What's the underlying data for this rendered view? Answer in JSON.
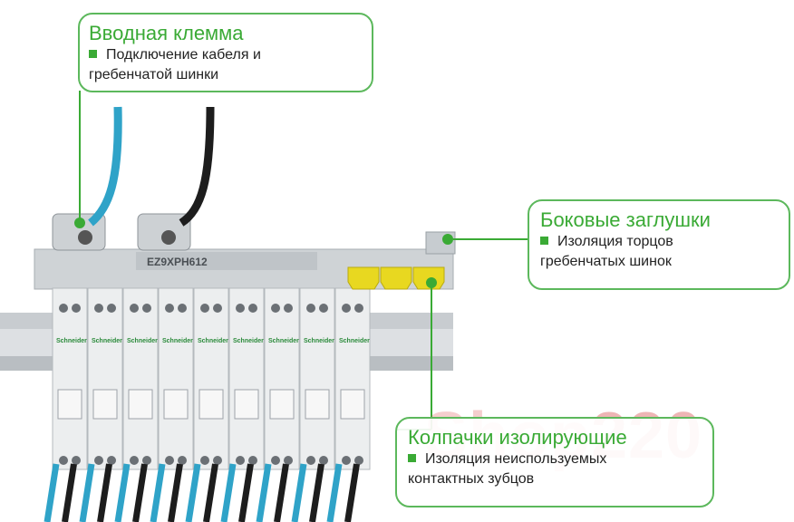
{
  "callouts": {
    "input_terminal": {
      "title": "Вводная клемма",
      "line1": "Подключение кабеля и",
      "line2": "гребенчатой шинки"
    },
    "side_caps": {
      "title": "Боковые заглушки",
      "line1": "Изоляция торцов",
      "line2": "гребенчатых шинок"
    },
    "insulating_caps": {
      "title": "Колпачки изолирующие",
      "line1": "Изоляция неиспользуемых",
      "line2": "контактных зубцов"
    }
  },
  "product": {
    "busbar_label": "EZ9XPH612",
    "brand": "Schneider"
  },
  "watermark": {
    "text": "Shop",
    "number": "220"
  },
  "colors": {
    "accent_green": "#3aaa35",
    "cable_blue": "#2fa3c8",
    "cable_black": "#1d1d1d",
    "cap_yellow": "#e8d820"
  }
}
